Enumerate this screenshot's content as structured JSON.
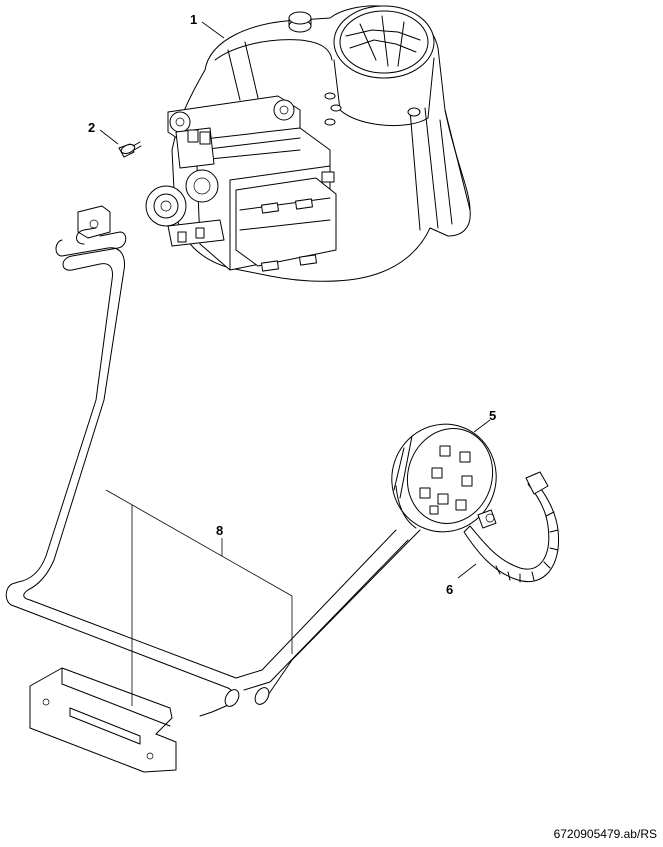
{
  "callouts": {
    "p1": "1",
    "p2": "2",
    "p5": "5",
    "p6": "6",
    "p8": "8"
  },
  "drawing_ref": "6720905479.ab/RS"
}
